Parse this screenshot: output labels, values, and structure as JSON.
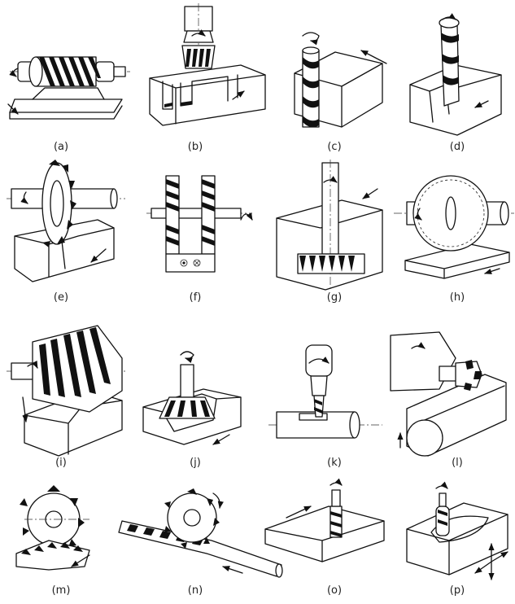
{
  "figure": {
    "panels": [
      {
        "id": "a",
        "caption": "(a)"
      },
      {
        "id": "b",
        "caption": "(b)"
      },
      {
        "id": "c",
        "caption": "(c)"
      },
      {
        "id": "d",
        "caption": "(d)"
      },
      {
        "id": "e",
        "caption": "(e)"
      },
      {
        "id": "f",
        "caption": "(f)"
      },
      {
        "id": "g",
        "caption": "(g)"
      },
      {
        "id": "h",
        "caption": "(h)"
      },
      {
        "id": "i",
        "caption": "(i)"
      },
      {
        "id": "j",
        "caption": "(j)"
      },
      {
        "id": "k",
        "caption": "(k)"
      },
      {
        "id": "l",
        "caption": "(l)"
      },
      {
        "id": "m",
        "caption": "(m)"
      },
      {
        "id": "n",
        "caption": "(n)"
      },
      {
        "id": "o",
        "caption": "(o)"
      },
      {
        "id": "p",
        "caption": "(p)"
      }
    ]
  }
}
